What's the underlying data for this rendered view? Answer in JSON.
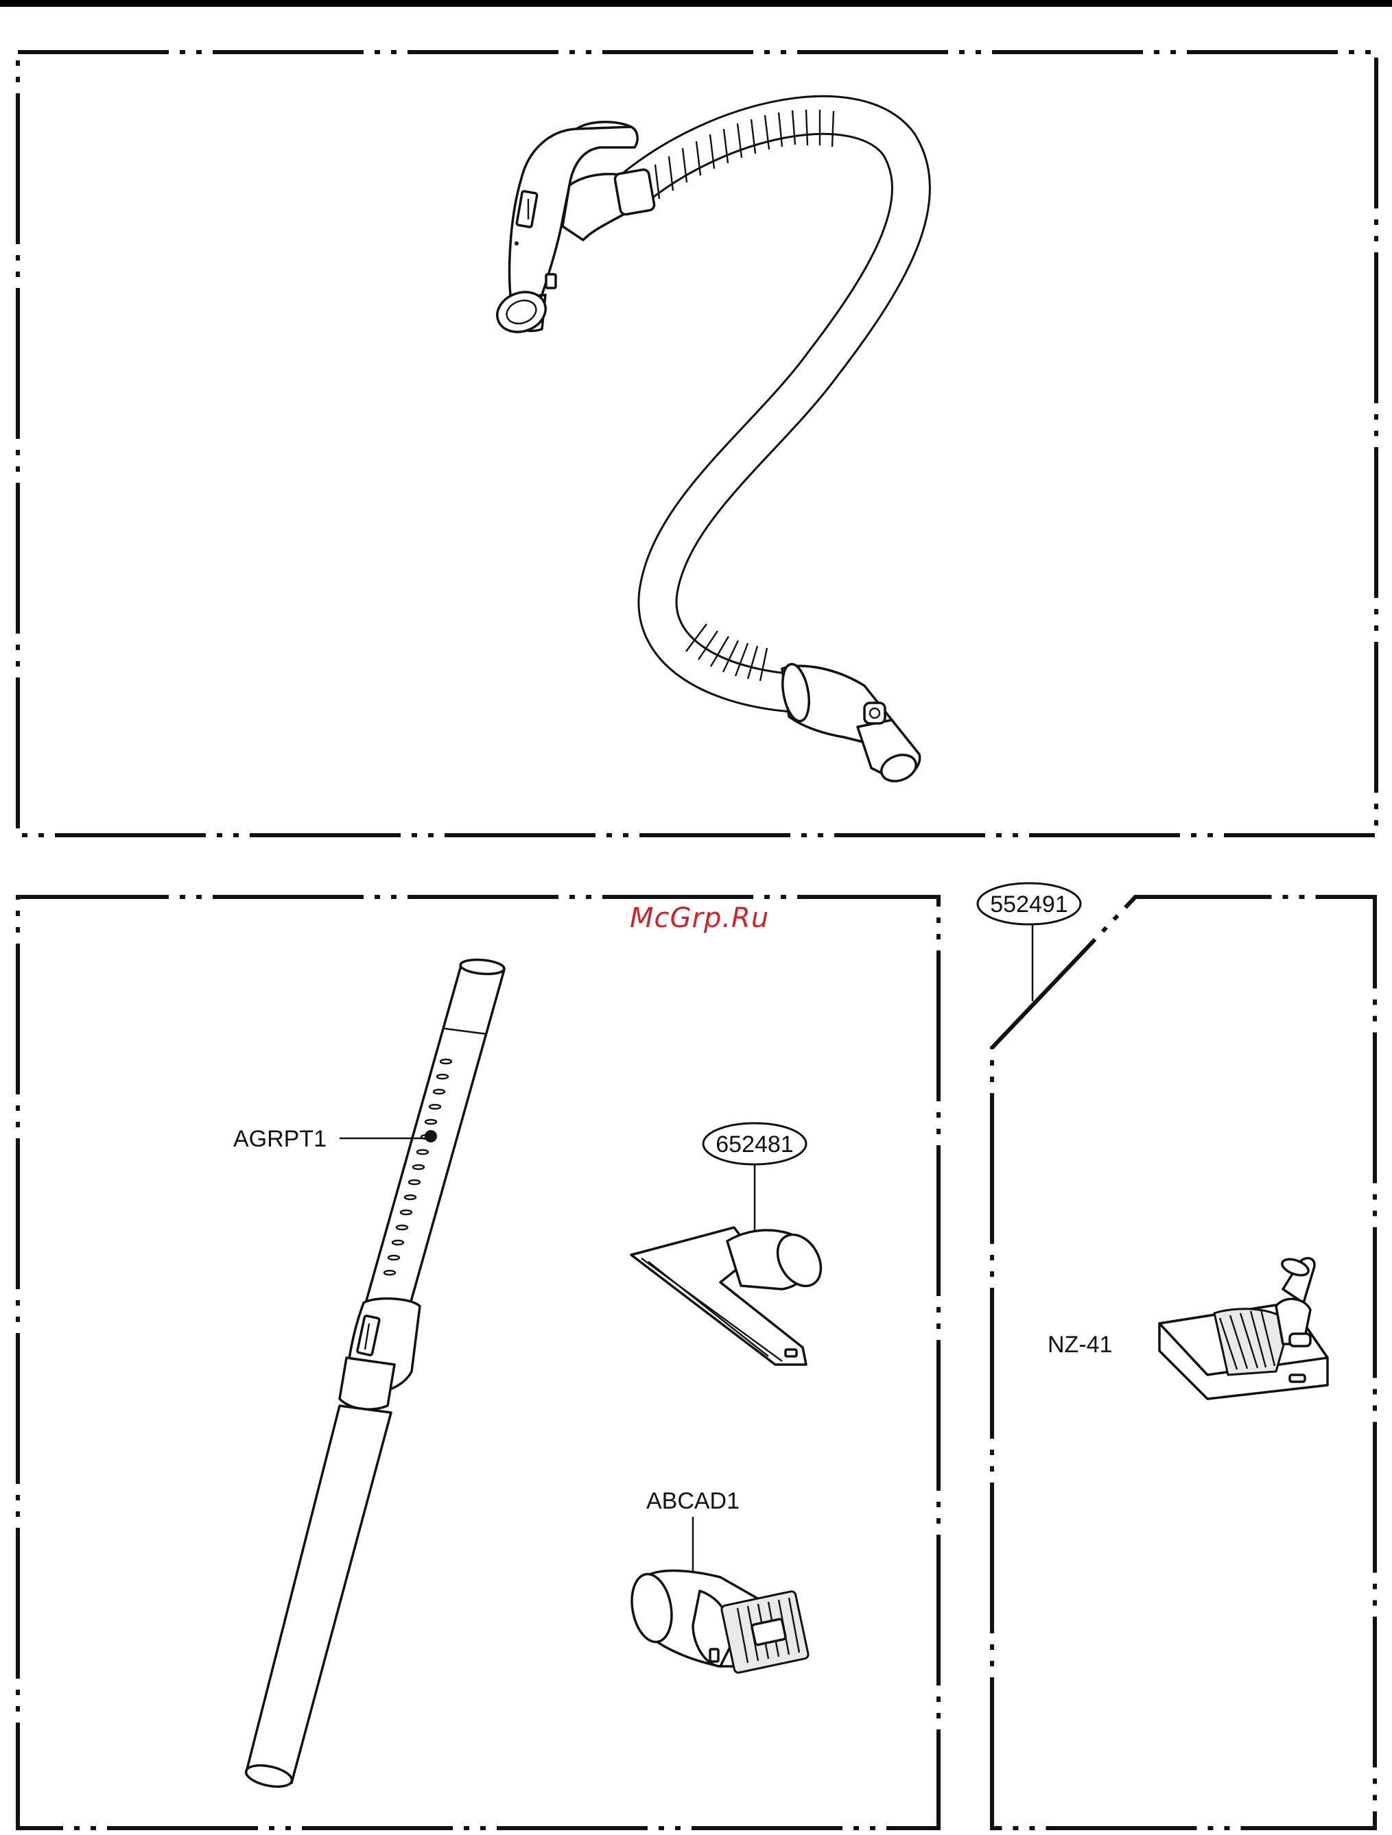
{
  "watermark": "McGrp.Ru",
  "callouts": {
    "telescopic_tube": "AGRPT1",
    "upholstery_nozzle": "652481",
    "floor_nozzle_group": "552491",
    "floor_nozzle": "NZ-41",
    "dusting_brush": "ABCAD1"
  }
}
